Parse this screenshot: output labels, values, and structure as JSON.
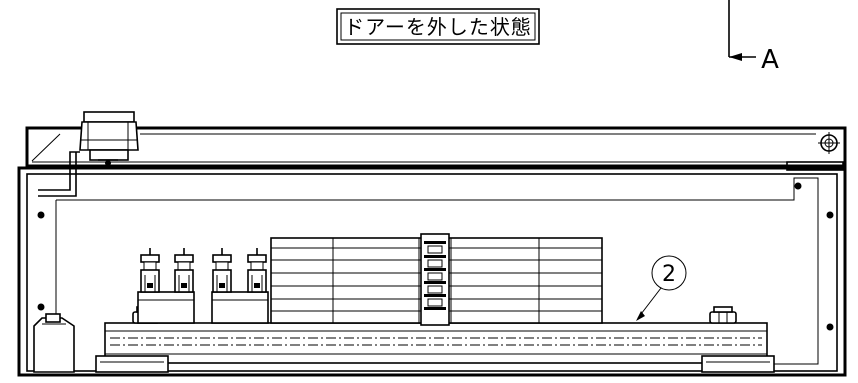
{
  "title": "ドアーを外した状態",
  "section_marker": "A",
  "balloon_number": "2"
}
